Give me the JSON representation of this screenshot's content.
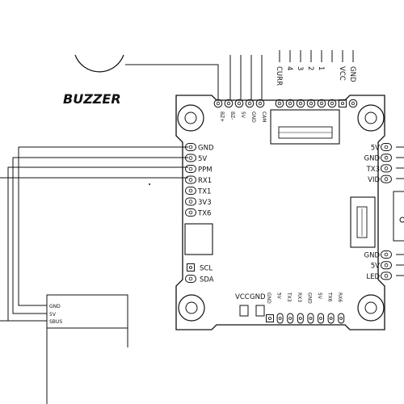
{
  "buzzer": {
    "title": "BUZZER"
  },
  "top_pads": [
    "BZ+",
    "BZ-",
    "5V",
    "GND",
    "CAM"
  ],
  "top_header": [
    "GND",
    "VCC",
    "1",
    "2",
    "3",
    "4",
    "CURR"
  ],
  "left_pads": [
    "GND",
    "5V",
    "PPM",
    "RX1",
    "TX1",
    "3V3",
    "TX6"
  ],
  "i2c_pads": [
    "SCL",
    "SDA"
  ],
  "right_pads_top": [
    "5V",
    "GND",
    "TX3",
    "VID"
  ],
  "right_pads_bottom": [
    "GND",
    "5V",
    "LED"
  ],
  "bottom_vcc_gnd": [
    "VCC",
    "GND"
  ],
  "bottom_pads": [
    "GND",
    "5V",
    "TX3",
    "RX3",
    "GND",
    "5V",
    "TX6",
    "RX6"
  ],
  "receiver_pins": [
    "GND",
    "5V",
    "SBUS"
  ],
  "colors": {
    "line": "#111111",
    "background": "#ffffff"
  }
}
